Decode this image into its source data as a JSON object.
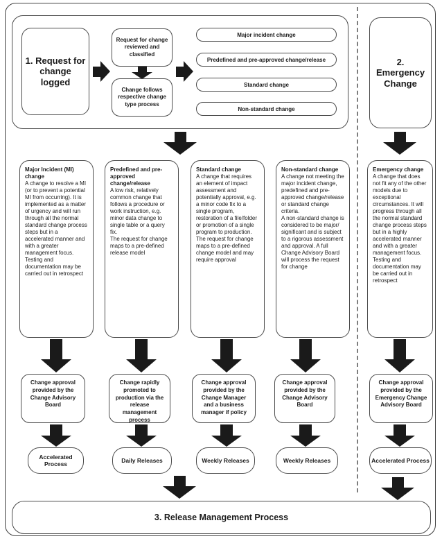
{
  "colors": {
    "ink": "#1a1a1a",
    "border": "#4a4a4a",
    "background": "#ffffff"
  },
  "stage1": {
    "box_logged": "1. Request for change logged",
    "box_reviewed": "Request for change reviewed and classified",
    "box_follows": "Change follows respective change type process",
    "change_types": [
      "Major incident change",
      "Predefined and pre-approved change/release",
      "Standard change",
      "Non-standard change"
    ]
  },
  "stage2": {
    "title": "2. Emergency Change"
  },
  "stage3": {
    "title": "3. Release Management Process"
  },
  "columns": [
    {
      "title": "Major Incident (MI) change",
      "description": "A change to resolve a MI (or to prevent a potential MI from occurring).  It is implemented as a matter of urgency and will run through all the normal standard change process steps but in a accelerated manner and with a greater management focus. Testing and documentation may be carried out in retrospect",
      "approval": "Change approval provided by the Change Advisory Board",
      "outcome": "Accelerated Process"
    },
    {
      "title": "Predefined and pre-approved change/release",
      "description": "A low risk, relatively common change that follows a procedure or work instruction, e.g. minor data change to single table or a query fix.\nThe request for change maps to a pre-defined release model",
      "approval": "Change rapidly promoted to production via the release management process",
      "outcome": "Daily Releases"
    },
    {
      "title": "Standard change",
      "description": "A change that requires an element of impact assessment and potentially approval, e.g. a minor code fix to a single program, restoration of a file/folder or promotion of a single program to production.\nThe request for change maps to a pre-defined change model and may require approval",
      "approval": "Change approval provided by the Change Manager and a business manager if policy",
      "outcome": "Weekly Releases"
    },
    {
      "title": "Non-standard change",
      "description": "A change not meeting the major incident change, predefined and pre-approved change/release or standard change criteria.\nA non-standard change is considered to be major/ significant and is subject to a rigorous assessment and approval. A full Change Advisory Board will process the request for change",
      "approval": "Change approval provided by the Change Advisory Board",
      "outcome": "Weekly Releases"
    },
    {
      "title": "Emergency change",
      "description": "A change that does not fit any of the other models due to exceptional circumstances.  It will progress through all the normal standard change process steps but in a highly accelerated manner and with a greater management focus. Testing and documentation may be carried out in retrospect",
      "approval": "Change approval provided by the Emergency Change Advisory Board",
      "outcome": "Accelerated Process"
    }
  ]
}
